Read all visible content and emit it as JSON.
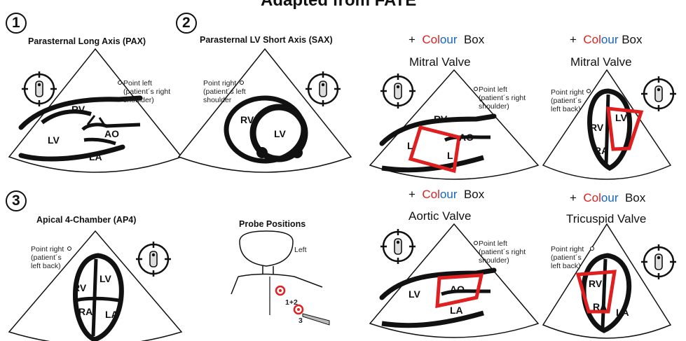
{
  "title": "Adapted from FATE",
  "numbers": {
    "n1": "1",
    "n2": "2",
    "n3": "3"
  },
  "views": {
    "pax": "Parasternal Long Axis (PAX)",
    "sax": "Parasternal LV Short Axis (SAX)",
    "ap4": "Apical 4-Chamber (AP4)",
    "probe": "Probe Positions"
  },
  "notes": {
    "pax": [
      "Point left",
      "(patient´s right",
      "shoulder)"
    ],
    "sax": [
      "Point right",
      "(patient´s left",
      "shoulder"
    ],
    "ap4": [
      "Point right",
      "(patient´s",
      "left back)"
    ],
    "mv_ap4": [
      "Point right",
      "(patient´s",
      "left back)"
    ],
    "tv_ap4": [
      "Point right",
      "(patient´s",
      "left back)"
    ],
    "mv_pax": [
      "Point left",
      "(patient´s right",
      "shoulder)"
    ],
    "av_pax": [
      "Point left",
      "(patient´s right",
      "shoulder)"
    ]
  },
  "colour_box": {
    "plus": "+",
    "col": "Col",
    "our": "our",
    "box": "Box"
  },
  "valves": {
    "mitral": "Mitral  Valve",
    "mitral2": "Mitral  Valve",
    "aortic": "Aortic  Valve",
    "tricuspid": "Tricuspid  Valve"
  },
  "chambers": {
    "rv": "RV",
    "lv": "LV",
    "ao": "AO",
    "la": "LA",
    "ra": "RA",
    "l": "L"
  },
  "probe": {
    "left": "Left",
    "pos12": "1+2",
    "pos3": "3"
  },
  "colors": {
    "accent_red": "#e02020",
    "accent_blue": "#1565c0",
    "ink": "#111111"
  }
}
